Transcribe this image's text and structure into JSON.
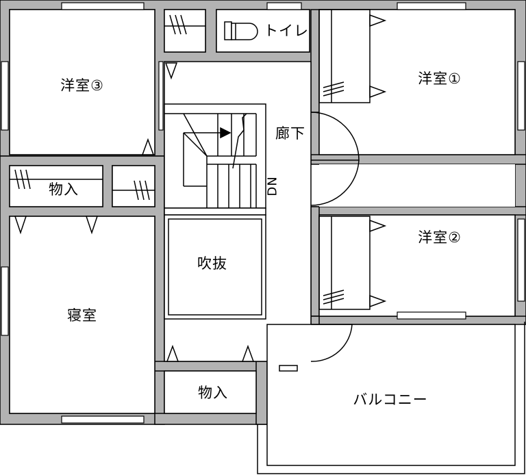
{
  "rooms": {
    "western_room_3": "洋室③",
    "western_room_1": "洋室①",
    "western_room_2": "洋室②",
    "storage_left": "物入",
    "storage_bottom": "物入",
    "bedroom": "寝室",
    "void": "吹抜",
    "hallway": "廊下",
    "toilet": "トイレ",
    "balcony": "バルコニー"
  },
  "stairs": {
    "direction_label": "DN"
  },
  "colors": {
    "wall": "#b3b3b3",
    "line": "#000000",
    "floor": "#ffffff"
  }
}
